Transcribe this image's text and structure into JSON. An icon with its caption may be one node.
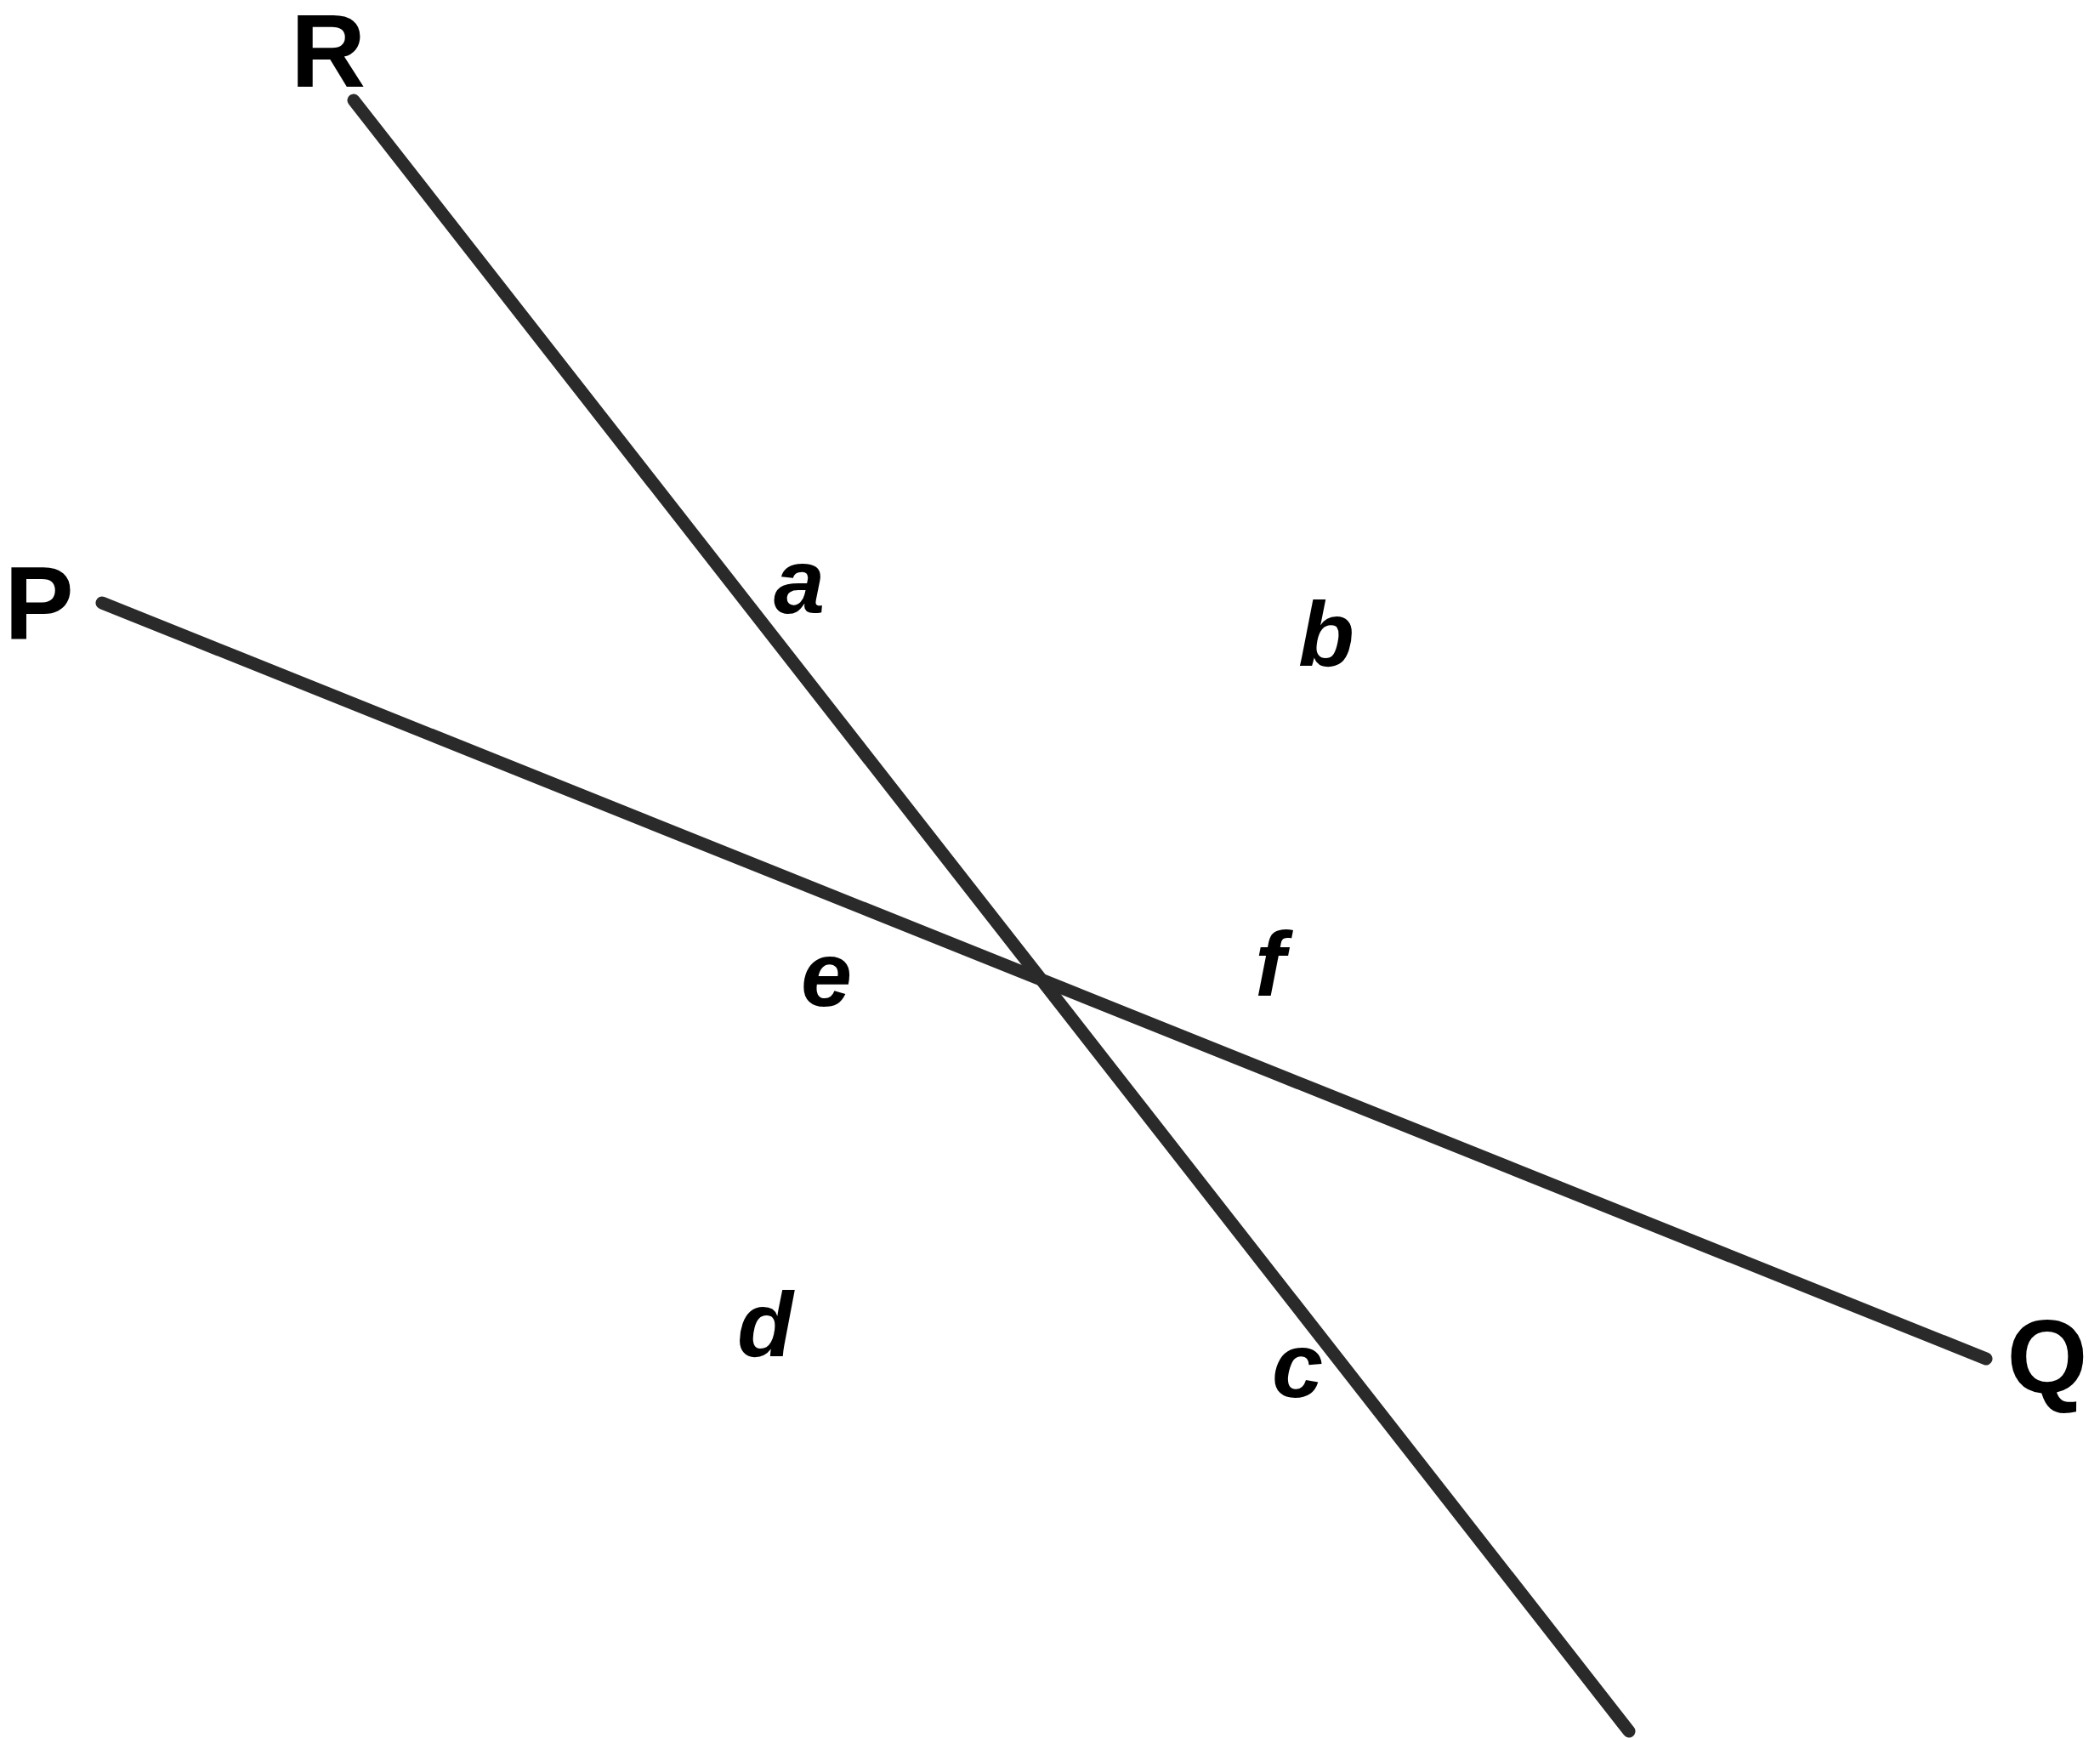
{
  "diagram": {
    "labels": [
      "R",
      "P",
      "a",
      "b",
      "f",
      "e",
      "d",
      "c",
      "Q"
    ]
  }
}
